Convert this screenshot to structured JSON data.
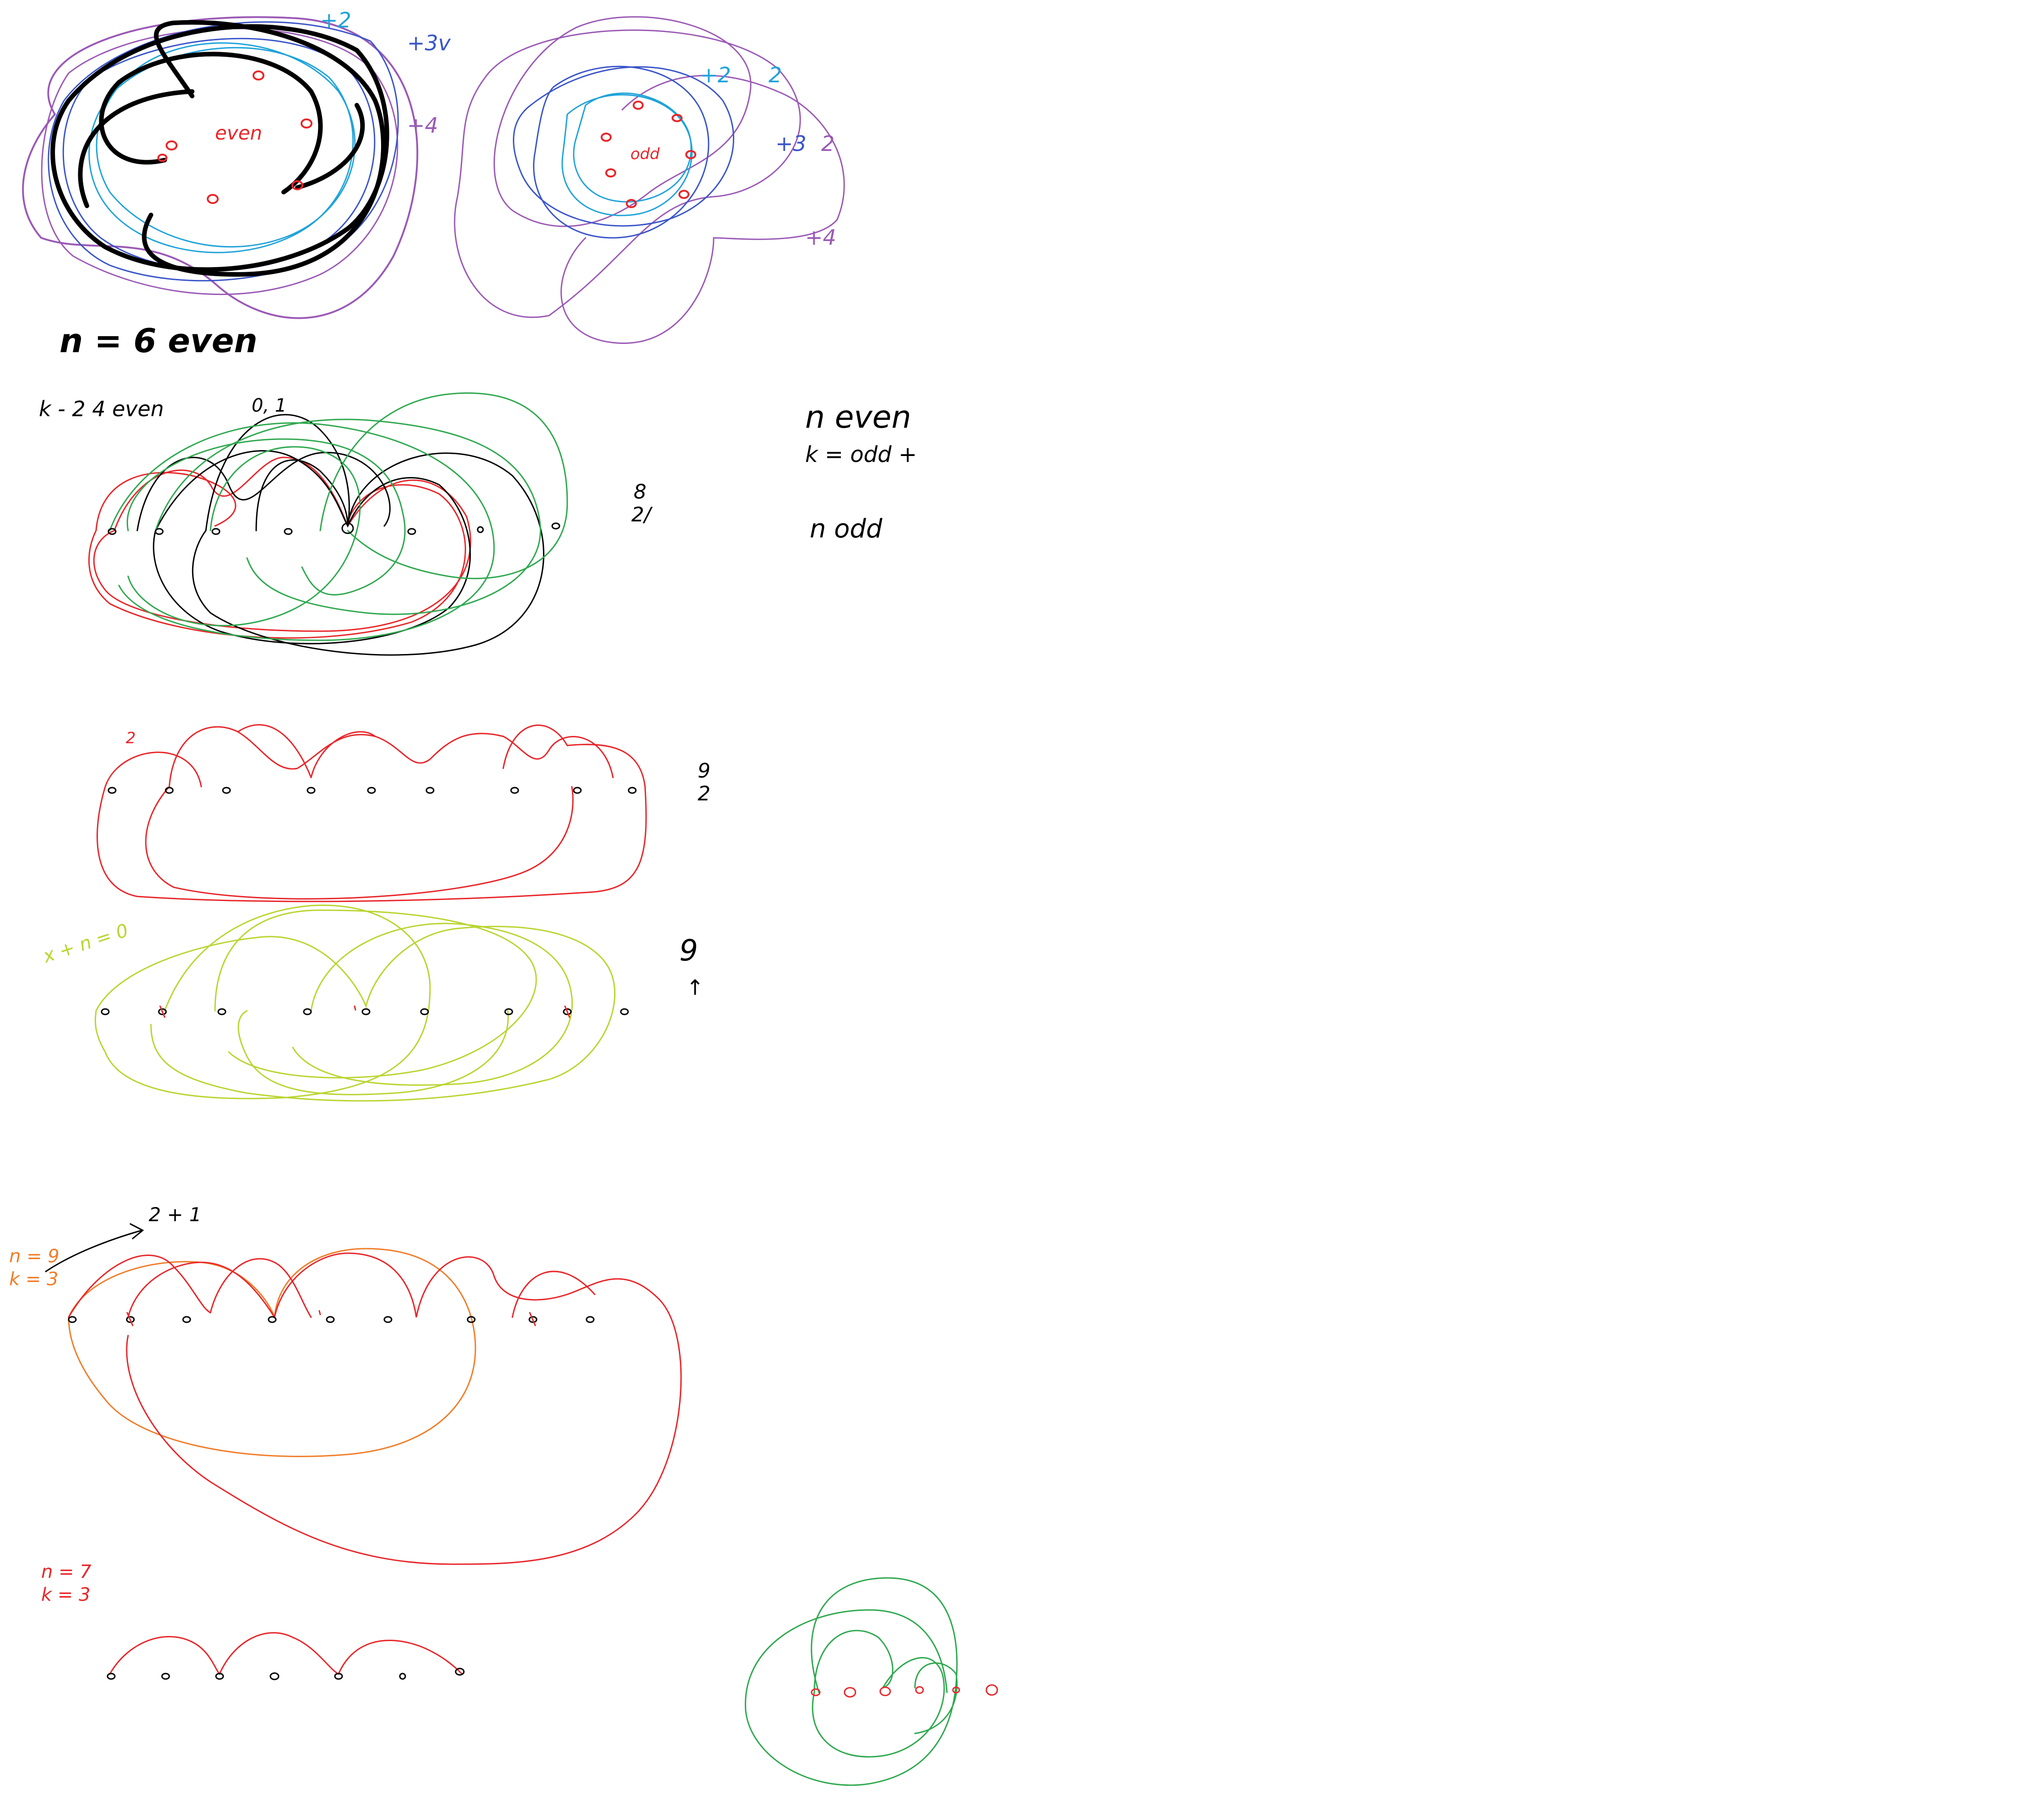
{
  "colors": {
    "black": "#000000",
    "red": "#e8262a",
    "green": "#2fa84f",
    "purple": "#9b59b6",
    "blue": "#3a55c9",
    "cyan": "#1fa3d9",
    "lime": "#b9d531",
    "orange": "#f07d2a"
  },
  "labels": {
    "circle_even_center": "even",
    "circle_even_plus2": "+2",
    "circle_even_plus3": "+3v",
    "circle_even_plus4": "+4",
    "circle_even_caption": "n = 6  even",
    "circle_odd_center": "odd",
    "circle_odd_plus2": "+2",
    "circle_odd_plus2_count": "2",
    "circle_odd_plus3": "+3",
    "circle_odd_plus3_count": "2",
    "circle_odd_plus4": "+4",
    "line1_label": "k - 2 4  even",
    "line1_note": "0, 1",
    "line1_fraction_top": "8",
    "line1_fraction_bottom": "2/",
    "side_note_1": "n even",
    "side_note_2": "k = odd   +",
    "side_note_3": "n odd",
    "line2_label": "2",
    "line2_fraction_top": "9",
    "line2_fraction_bottom": "2",
    "line3_label": "x + n = 0",
    "line3_number": "9",
    "line3_arrow": "↑",
    "line4_n": "n = 9",
    "line4_k": "k = 3",
    "line4_arrow_label": "2 + 1",
    "line5_n": "n = 7",
    "line5_k": "k = 3"
  }
}
